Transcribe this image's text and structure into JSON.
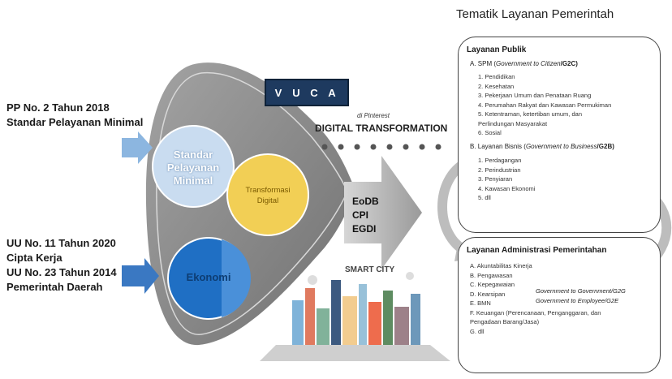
{
  "laws": {
    "top": [
      "PP No. 2 Tahun 2018",
      "Standar Pelayanan Minimal"
    ],
    "bottom": [
      "UU No. 11 Tahun 2020",
      "Cipta Kerja",
      "UU No. 23 Tahun 2014",
      "Pemerintah Daerah"
    ]
  },
  "circles": {
    "spm": [
      "Standar",
      "Pelayanan",
      "Minimal"
    ],
    "transformasi": [
      "Transformasi",
      "Digital"
    ],
    "ekonomi": "Ekonomi"
  },
  "vuca": [
    "V",
    "U",
    "C",
    "A"
  ],
  "digital_transformation": {
    "brand": "di Pinterest",
    "title": "DIGITAL TRANSFORMATION"
  },
  "arrow_text": [
    "EoDB",
    "CPI",
    "EGDI"
  ],
  "smart_city": "SMART CITY",
  "right_panel": {
    "heading": "Tematik Layanan Pemerintah",
    "publik": {
      "title": "Layanan Publik",
      "sectionA": {
        "prefix": "A. SPM (",
        "italic": "Government to Citizen",
        "suffix": "/G2C)",
        "items": [
          "1.   Pendidikan",
          "2.   Kesehatan",
          "3.   Pekerjaan Umum dan Penataan Ruang",
          "4.   Perumahan Rakyat dan Kawasan Permukiman",
          "5.   Ketentraman, ketertiban umum, dan",
          "      Perlindungan Masyarakat",
          "6.   Sosial"
        ]
      },
      "sectionB": {
        "prefix": "B. Layanan Bisnis (",
        "italic": "Government to Business",
        "suffix": "/G2B)",
        "items": [
          "1.   Perdagangan",
          "2.   Perindustrian",
          "3.   Penyiaran",
          "4.   Kawasan Ekonomi",
          "5.   dll"
        ]
      }
    },
    "administrasi": {
      "title": "Layanan Administrasi Pemerintahan",
      "items": [
        "A.   Akuntabilitas Kinerja",
        "B.   Pengawasan",
        "C.   Kepegawaian",
        "D.   Kearsipan",
        "E.   BMN",
        "F.   Keuangan (Perencanaan, Penganggaran, dan",
        "       Pengadaan Barang/Jasa)",
        "G.   dll"
      ],
      "g2g": "Government to Government/G2G",
      "g2e": "Government to Employee/G2E"
    }
  },
  "colors": {
    "funnel": "#8a8a8a",
    "spm_circle": "#c9dcf0",
    "transformasi_circle": "#f2cf55",
    "ekonomi_circle": "#1f6fc4",
    "vuca_bg": "#1e3a5f",
    "arrow_gray": "#9a9a9a",
    "cycle_arrow": "#bdbdbd"
  }
}
